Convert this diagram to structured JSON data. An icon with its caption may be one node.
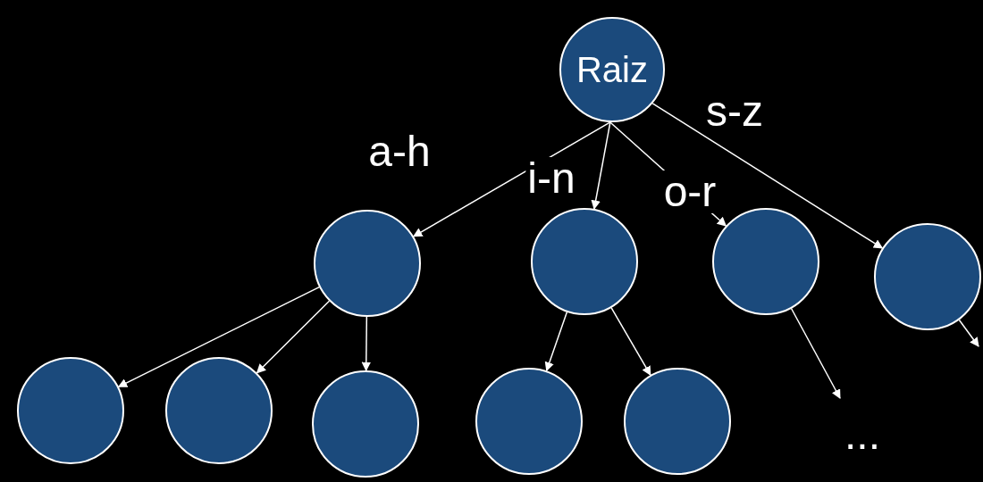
{
  "diagram": {
    "nodes": [
      {
        "text": [
          "Raiz"
        ]
      },
      {
        "text": [],
        "shape": "circle"
      },
      {
        "text": [],
        "shape": "circle"
      },
      {
        "text": [],
        "shape": "circle"
      },
      {
        "text": [],
        "shape": "circle"
      },
      {
        "text": [],
        "shape": "circle"
      },
      {
        "text": [],
        "shape": "circle"
      },
      {
        "text": [],
        "shape": "circle"
      },
      {
        "text": [],
        "shape": "circle"
      },
      {
        "text": [],
        "shape": "circle"
      },
      {
        "text": [
          "..."
        ]
      }
    ],
    "edges": [
      {
        "from": 0,
        "to": 1,
        "arrow": "to",
        "label": "a-h"
      },
      {
        "from": 0,
        "to": 2,
        "arrow": "to",
        "label": "i-n"
      },
      {
        "from": 0,
        "to": 3,
        "arrow": "to",
        "label": "o-r"
      },
      {
        "from": 0,
        "to": 4,
        "arrow": "to",
        "label": "s-z"
      },
      {
        "from": 1,
        "to": 5,
        "arrow": "to"
      },
      {
        "from": 1,
        "to": 6,
        "arrow": "to"
      },
      {
        "from": 1,
        "to": 7,
        "arrow": "to"
      },
      {
        "from": 2,
        "to": 8,
        "arrow": "to"
      },
      {
        "from": 2,
        "to": 9,
        "arrow": "to"
      },
      {
        "from": 3,
        "to": 10,
        "arrow": "to"
      },
      {
        "from": 4,
        "to": null,
        "arrow": "to"
      }
    ]
  }
}
